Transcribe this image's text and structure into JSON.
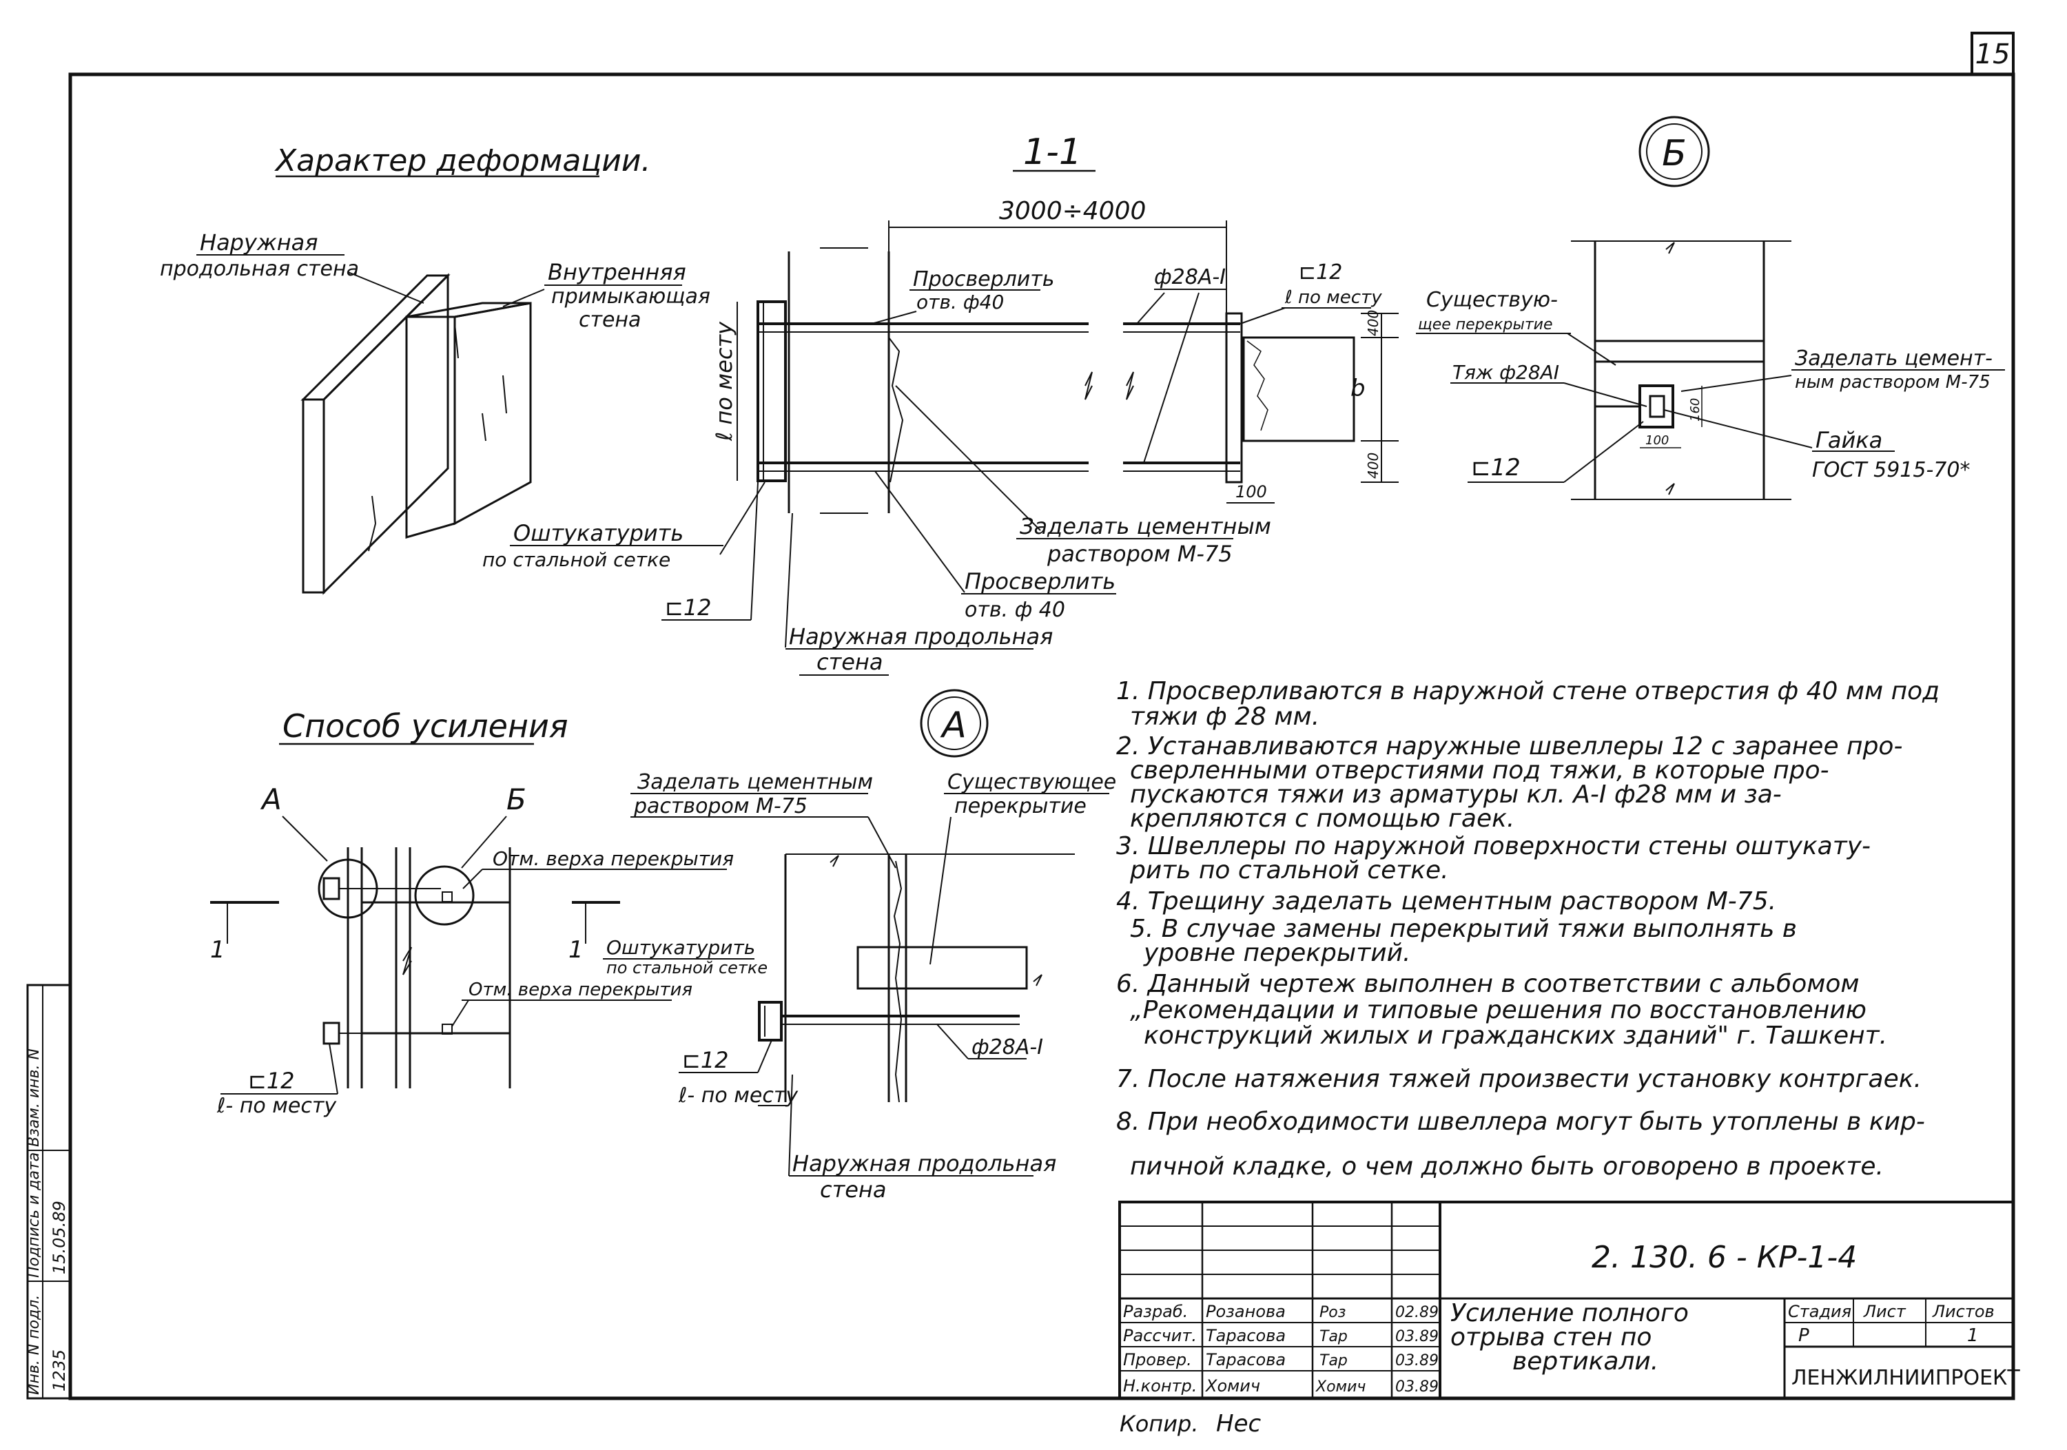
{
  "sheet_no": "15",
  "titles": {
    "deformation": "Характер деформации.",
    "section": "1-1",
    "callout_b": "Б",
    "callout_a": "А",
    "method": "Способ усиления"
  },
  "deformation_view": {
    "outer_wall": [
      "Наружная",
      "продольная стена"
    ],
    "inner_wall": [
      "Внутренняя",
      "примыкающая",
      "стена"
    ]
  },
  "section_view": {
    "span": "3000÷4000",
    "drill_top": [
      "Просверлить",
      "отв. ф40"
    ],
    "rod": "ф28А-I",
    "channel_top": [
      "⊏12",
      "ℓ по месту"
    ],
    "length_vert": "ℓ по месту",
    "dim_400_top": "400",
    "dim_b": "b",
    "dim_400_bot": "400",
    "dim_100": "100",
    "plaster": [
      "Оштукатурить",
      "по стальной сетке"
    ],
    "mortar": [
      "Заделать цементным",
      "раствором М-75"
    ],
    "drill_bottom": [
      "Просверлить",
      "отв. ф 40"
    ],
    "channel_bottom": "⊏12",
    "outer_wall": [
      "Наружная продольная",
      "стена"
    ]
  },
  "detail_b": {
    "existing_floor": [
      "Существую-",
      "щее перекрытие"
    ],
    "rod": "Тяж ф28АI",
    "mortar": [
      "Заделать цемент-",
      "ным раствором М-75"
    ],
    "nut": [
      "Гайка",
      "ГОСТ 5915-70*"
    ],
    "channel": "⊏12",
    "dim_100": "100",
    "dim_160": "160"
  },
  "method_view": {
    "label_a": "А",
    "label_b": "Б",
    "mark_1_left": "1",
    "mark_1_right": "1",
    "top_floor": "Отм. верха перекрытия",
    "plaster": [
      "Оштукатурить",
      "по стальной сетке"
    ],
    "lower_floor": "Отм. верха перекрытия",
    "channel": [
      "⊏12",
      "ℓ- по месту"
    ]
  },
  "detail_a": {
    "mortar": [
      "Заделать цементным",
      "раствором М-75"
    ],
    "existing_floor": [
      "Существующее",
      "перекрытие"
    ],
    "channel": [
      "⊏12",
      "ℓ- по месту"
    ],
    "rod": "ф28А-I",
    "outer_wall": [
      "Наружная продольная",
      "стена"
    ]
  },
  "notes": [
    "1. Просверливаются в наружной стене отверстия ф 40 мм под",
    "тяжи ф 28 мм.",
    "2. Устанавливаются наружные швеллеры 12 с заранее про-",
    "сверленными отверстиями под тяжи, в которые про-",
    "пускаются тяжи из арматуры кл. А-I ф28 мм и за-",
    "крепляются с помощью гаек.",
    "3. Швеллеры по наружной поверхности стены оштукату-",
    "рить по стальной сетке.",
    "4. Трещину заделать цементным раствором М-75.",
    "5. В случае замены перекрытий тяжи выполнять в",
    "уровне перекрытий.",
    "6. Данный чертеж выполнен в соответствии с альбомом",
    "„Рекомендации и типовые решения по восстановлению",
    "конструкций жилых и гражданских зданий\" г. Ташкент.",
    "7. После натяжения тяжей произвести установку контргаек.",
    "8. При необходимости швеллера могут быть утоплены в кир-",
    "пичной кладке, о чем должно быть оговорено в проекте."
  ],
  "title_block": {
    "code": "2. 130. 6 - КР-1-4",
    "title": [
      "Усиление полного",
      "отрыва стен по",
      "вертикали."
    ],
    "headers": [
      "Стадия",
      "Лист",
      "Листов"
    ],
    "values": [
      "Р",
      "",
      "1"
    ],
    "org": "ЛЕНЖИЛНИИПРОЕКТ",
    "rows": [
      {
        "role": "Разраб.",
        "name": "Розанова",
        "sign": "Роз",
        "date": "02.89"
      },
      {
        "role": "Рассчит.",
        "name": "Тарасова",
        "sign": "Тар",
        "date": "03.89"
      },
      {
        "role": "Провер.",
        "name": "Тарасова",
        "sign": "Тар",
        "date": "03.89"
      },
      {
        "role": "Н.контр.",
        "name": "Хомич",
        "sign": "Хомич",
        "date": "03.89"
      }
    ],
    "copy_label": "Копир.",
    "copy_value": "Нес"
  },
  "left_strip": {
    "inv": "Инв. N подл.",
    "sign": "Подпись и дата",
    "zam": "Взам. инв. N",
    "inv_value": "1235",
    "sign_value": "15.05.89"
  }
}
